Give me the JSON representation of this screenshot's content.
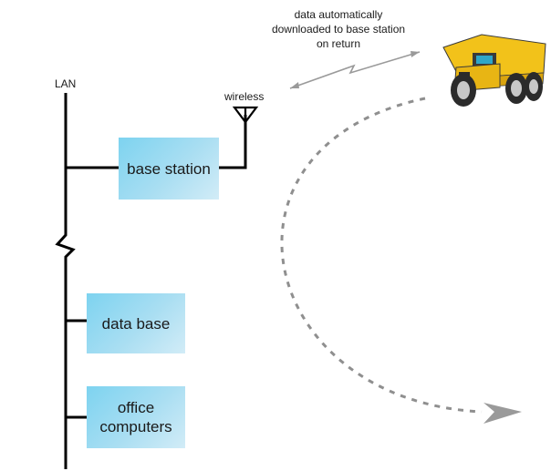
{
  "labels": {
    "lan": "LAN",
    "wireless": "wireless",
    "note": "data automatically downloaded to base station on return"
  },
  "nodes": {
    "base_station": "base station",
    "data_base": "data base",
    "office_computers": "office computers"
  },
  "icons": {
    "antenna": "antenna-icon",
    "truck": "mining-dump-truck-icon"
  },
  "colors": {
    "box_gradient_start": "#7dd3f0",
    "box_gradient_end": "#d2ecf7",
    "line": "#000000",
    "arrow_gray": "#9a9a9a",
    "truck_yellow": "#f2c21a"
  }
}
